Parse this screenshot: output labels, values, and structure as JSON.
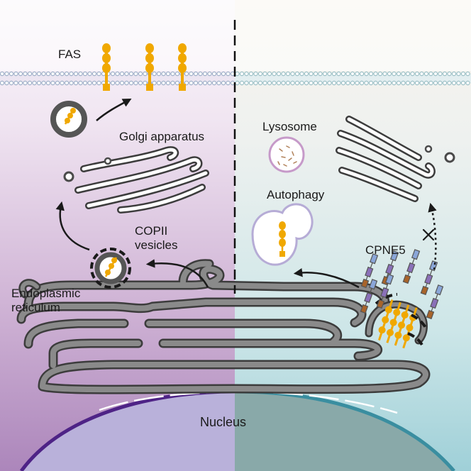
{
  "labels": {
    "fas": "FAS",
    "golgi": "Golgi apparatus",
    "copii_line1": "COPII",
    "copii_line2": "vesicles",
    "er_line1": "Endoplasmic",
    "er_line2": "reticulum",
    "lysosome": "Lysosome",
    "autophagy": "Autophagy",
    "cpne5": "CPNE5",
    "nucleus": "Nucleus"
  },
  "colors": {
    "left_top": "#f7f1f8",
    "left_bottom": "#b38fc0",
    "right_top": "#f8f4ee",
    "right_bottom": "#a8d4da",
    "fas_protein": "#f0a800",
    "organelle_gray": "#6a6a6a",
    "lysosome_ring": "#c69ac9",
    "autophagy_ring": "#b6acd6",
    "nucleus_left": "#b8b0d8",
    "nucleus_right": "#8aa8a8",
    "nucleus_envelope_left": "#5a2a8a",
    "nucleus_envelope_right": "#3e8fa0",
    "cpne5_blue": "#8aa6d8",
    "cpne5_purple": "#8a70b8",
    "cpne5_brown": "#a8642a"
  }
}
